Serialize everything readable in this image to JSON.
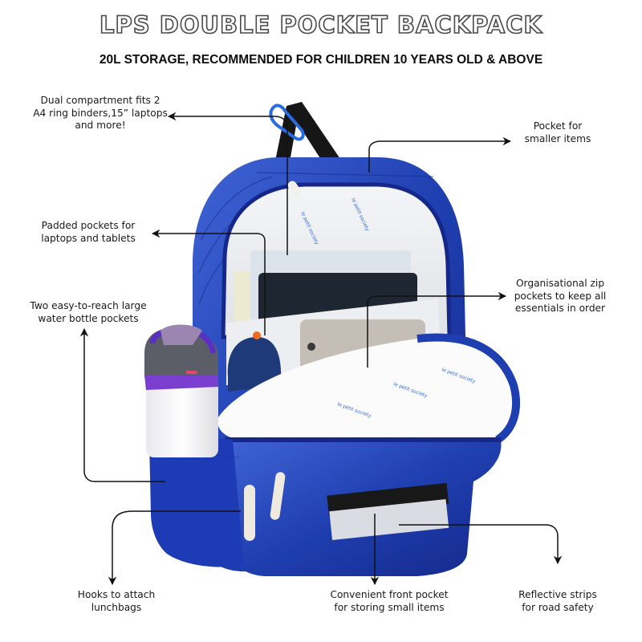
{
  "header": {
    "title": "LPS DOUBLE POCKET BACKPACK",
    "subtitle": "20L STORAGE, RECOMMENDED FOR CHILDREN 10 YEARS OLD & ABOVE"
  },
  "callouts": [
    {
      "id": "dual-compartment",
      "text": "Dual compartment fits 2\nA4 ring binders,15” laptops\nand more!"
    },
    {
      "id": "small-pocket",
      "text": "Pocket for\nsmaller items"
    },
    {
      "id": "padded-pockets",
      "text": "Padded pockets for\nlaptops and tablets"
    },
    {
      "id": "organisational-pockets",
      "text": "Organisational zip\npockets to keep all\nessentials in order"
    },
    {
      "id": "bottle-pockets",
      "text": "Two easy-to-reach large\nwater bottle pockets"
    },
    {
      "id": "lunchbag-hooks",
      "text": "Hooks to attach\nlunchbags"
    },
    {
      "id": "front-pocket",
      "text": "Convenient front pocket\nfor storing small items"
    },
    {
      "id": "reflective-strips",
      "text": "Reflective strips\nfor road safety"
    }
  ],
  "colors": {
    "bag_blue": "#1f3fb0",
    "bag_blue_dark": "#15288a",
    "bag_blue_light": "#3f63d6",
    "lining": "#eef0f3",
    "strap": "#161616",
    "carabiner": "#2a6be0",
    "bottle_purple": "#7b3fd0",
    "bottle_gray": "#5b5e66",
    "reflective": "#d9dde3",
    "arrow": "#111111"
  },
  "lining_print": "le petit society"
}
